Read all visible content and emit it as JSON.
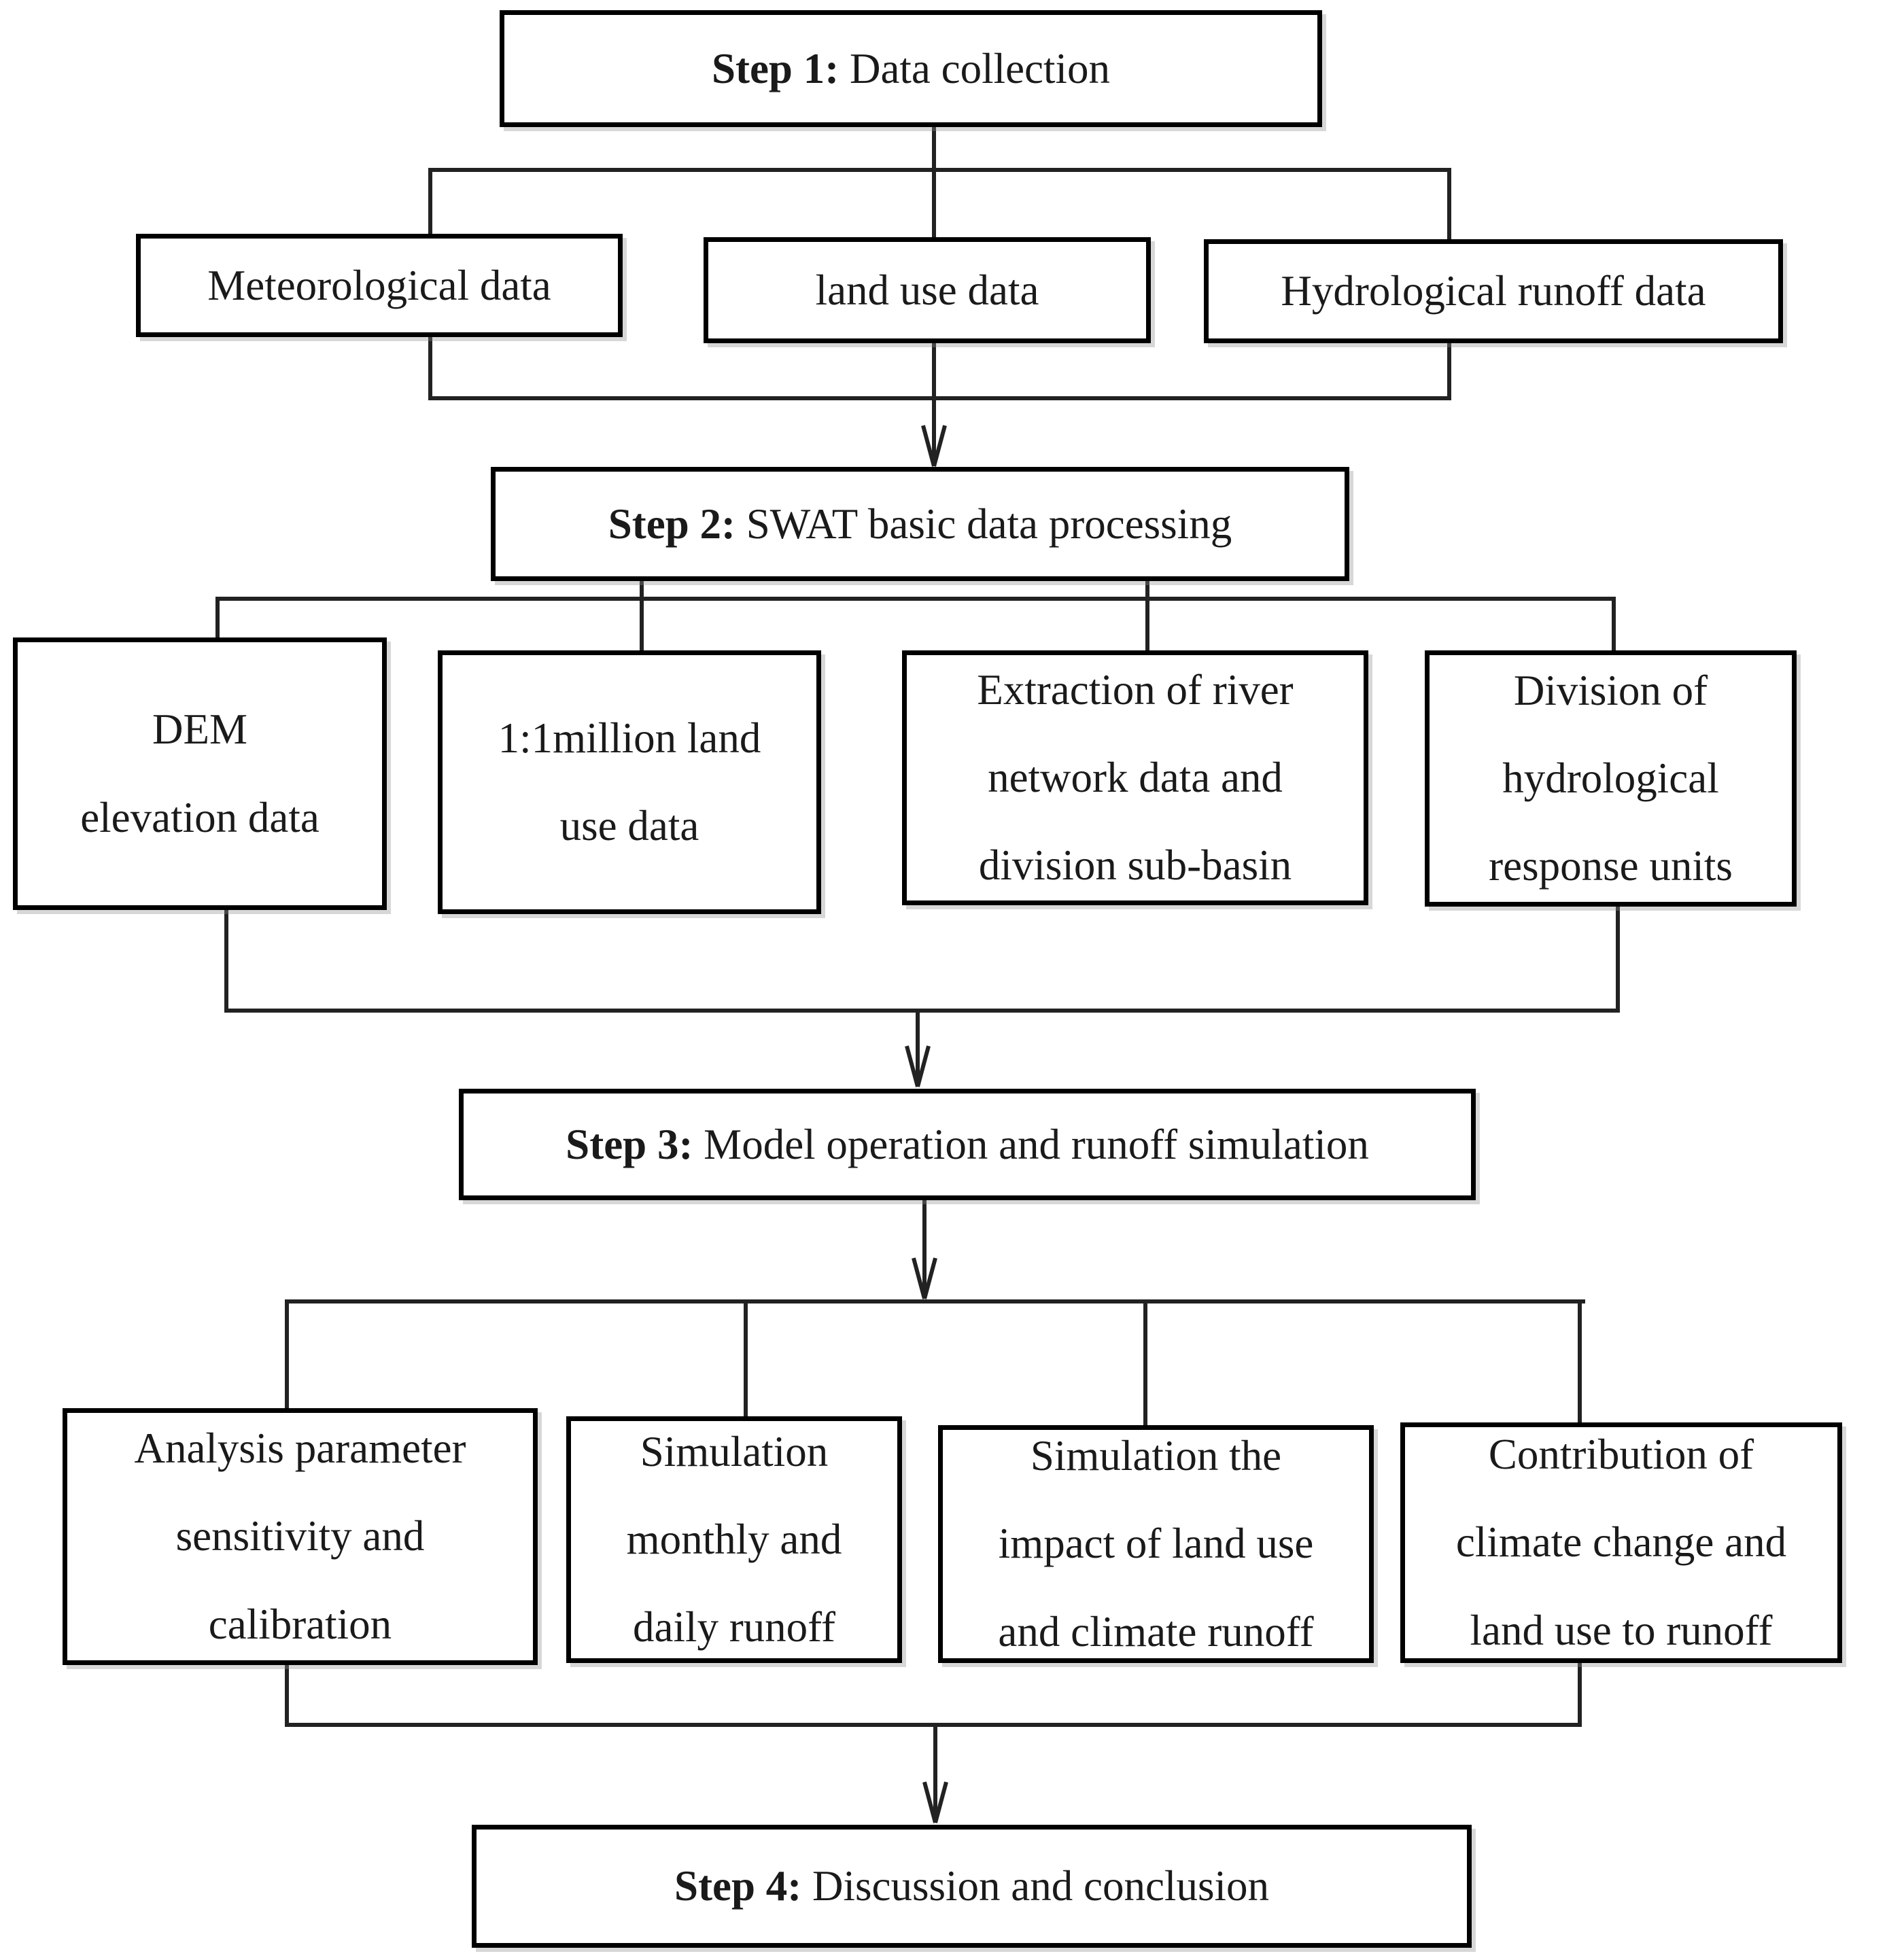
{
  "flowchart": {
    "steps": {
      "step1": {
        "bold": "Step 1:",
        "rest": " Data collection"
      },
      "step2": {
        "bold": "Step 2:",
        "rest": " SWAT basic data processing"
      },
      "step3": {
        "bold": "Step 3:",
        "rest": " Model operation and runoff simulation"
      },
      "step4": {
        "bold": "Step 4:",
        "rest": " Discussion and conclusion"
      }
    },
    "data_collection_row": {
      "meteorological": "Meteorological data",
      "landuse": "land use data",
      "hydrological": "Hydrological runoff data"
    },
    "processing_row": {
      "dem": [
        "DEM",
        "elevation data"
      ],
      "million": [
        "1:1million land",
        "use data"
      ],
      "extraction": [
        "Extraction of river",
        "network data and",
        "division sub-basin"
      ],
      "division": [
        "Division of",
        "hydrological",
        "response units"
      ]
    },
    "simulation_row": {
      "analysis": [
        "Analysis parameter",
        "sensitivity and",
        "calibration"
      ],
      "sim_monthly": [
        "Simulation",
        "monthly and",
        "daily runoff"
      ],
      "sim_impact": [
        "Simulation the",
        "impact of land use",
        "and climate runoff"
      ],
      "contribution": [
        "Contribution of",
        "climate change and",
        "land use to runoff"
      ]
    },
    "colors": {
      "background": "#ffffff",
      "box_border": "#000000",
      "connector_line": "#222222",
      "text": "#1a1a1a"
    }
  }
}
